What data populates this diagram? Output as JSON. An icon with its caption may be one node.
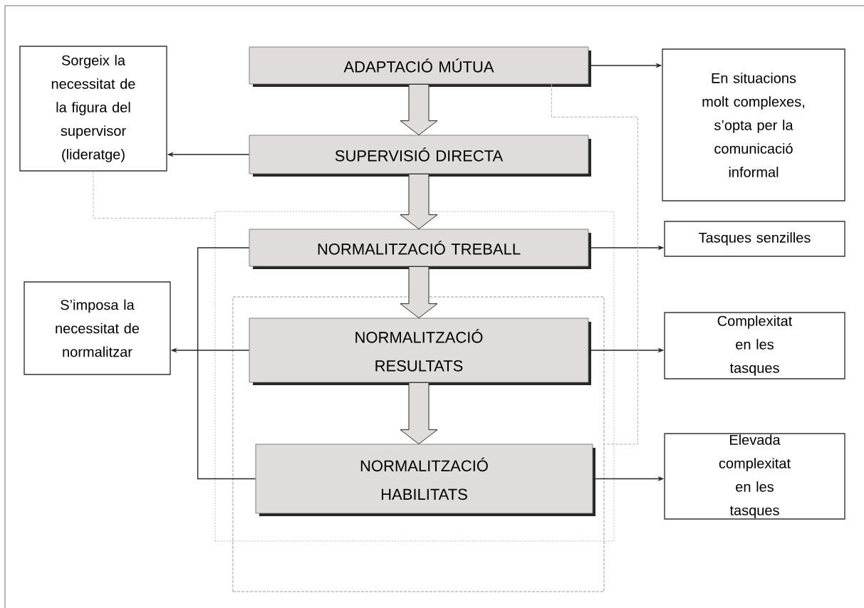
{
  "diagram": {
    "nodes": [
      {
        "text": [
          "Sorgeix la necessitat de la figura del supervisor (lideratge)"
        ]
      },
      {
        "text": [
          "ADAPTACIÓ MÚTUA"
        ]
      },
      {
        "text": [
          "En situacions molt complexes, s’opta per la comunicació informal"
        ]
      },
      {
        "text": [
          "SUPERVISIÓ DIRECTA"
        ]
      },
      {
        "text": [],
        "shape": "box"
      },
      {
        "text": [
          "NORMALITZACIÓ TREBALL"
        ],
        "in": 4
      },
      {
        "text": [
          "Tasques senzilles"
        ]
      },
      {
        "text": [],
        "shape": "box"
      },
      {
        "text": [
          "S’imposa la necessitat de normalitzar"
        ]
      },
      {
        "text": [
          "NORMALITZACIÓ RESULTATS"
        ],
        "in": 7
      },
      {
        "text": [
          "Complexitat en les tasques"
        ]
      },
      {
        "text": [
          "NORMALITZACIÓ HABILITATS"
        ],
        "in": 7
      },
      {
        "text": [
          "Elevada complexitat en les tasques"
        ]
      }
    ],
    "edges": [
      {
        "from": 1,
        "to": 3,
        "arrow": "to"
      },
      {
        "from": 3,
        "to": 5,
        "arrow": "to"
      },
      {
        "from": 5,
        "to": 9,
        "arrow": "to"
      },
      {
        "from": 9,
        "to": 11,
        "arrow": "to"
      },
      {
        "from": 1,
        "to": 2,
        "arrow": "to"
      },
      {
        "from": 3,
        "to": 0,
        "arrow": "to"
      },
      {
        "from": 5,
        "to": 6,
        "arrow": "to"
      },
      {
        "from": 9,
        "to": 8,
        "arrow": "to"
      },
      {
        "from": 9,
        "to": 10,
        "arrow": "to"
      },
      {
        "from": 11,
        "to": 12,
        "arrow": "to"
      },
      {
        "from": 5,
        "to": 11,
        "arrow": "none"
      },
      {
        "from": 0,
        "to": 4,
        "arrow": "none",
        "style": "dashed",
        "color": "#c0c0c0"
      },
      {
        "from": 1,
        "to": 7,
        "arrow": "none",
        "style": "dashed",
        "color": "#b0b0b0"
      }
    ]
  }
}
